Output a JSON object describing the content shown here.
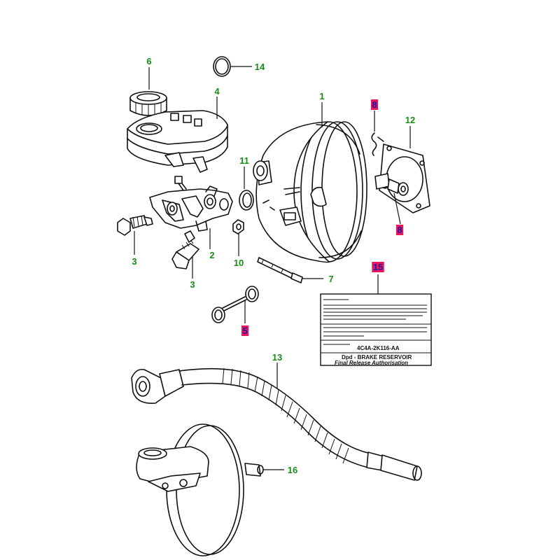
{
  "callout_colors": {
    "green": "#1a8a1a",
    "highlight_bg": "#e8175d",
    "highlight_text": "#1a1aa6"
  },
  "callouts": [
    {
      "id": "c1",
      "label": "1",
      "style": "green"
    },
    {
      "id": "c2",
      "label": "2",
      "style": "green"
    },
    {
      "id": "c3a",
      "label": "3",
      "style": "green"
    },
    {
      "id": "c3b",
      "label": "3",
      "style": "green"
    },
    {
      "id": "c4",
      "label": "4",
      "style": "green"
    },
    {
      "id": "c5",
      "label": "5",
      "style": "highlight"
    },
    {
      "id": "c6",
      "label": "6",
      "style": "green"
    },
    {
      "id": "c7",
      "label": "7",
      "style": "green"
    },
    {
      "id": "c8a",
      "label": "8",
      "style": "highlight"
    },
    {
      "id": "c8b",
      "label": "8",
      "style": "highlight"
    },
    {
      "id": "c10",
      "label": "10",
      "style": "green"
    },
    {
      "id": "c11",
      "label": "11",
      "style": "green"
    },
    {
      "id": "c12",
      "label": "12",
      "style": "green"
    },
    {
      "id": "c13",
      "label": "13",
      "style": "green"
    },
    {
      "id": "c14",
      "label": "14",
      "style": "green"
    },
    {
      "id": "c15",
      "label": "15",
      "style": "highlight"
    },
    {
      "id": "c16",
      "label": "16",
      "style": "green"
    }
  ],
  "decal": {
    "part_number": "4C4A-2K116-AA",
    "line_product": "Dpd - BRAKE RESERVOIR",
    "line_release": "Final Release Authorisation"
  }
}
